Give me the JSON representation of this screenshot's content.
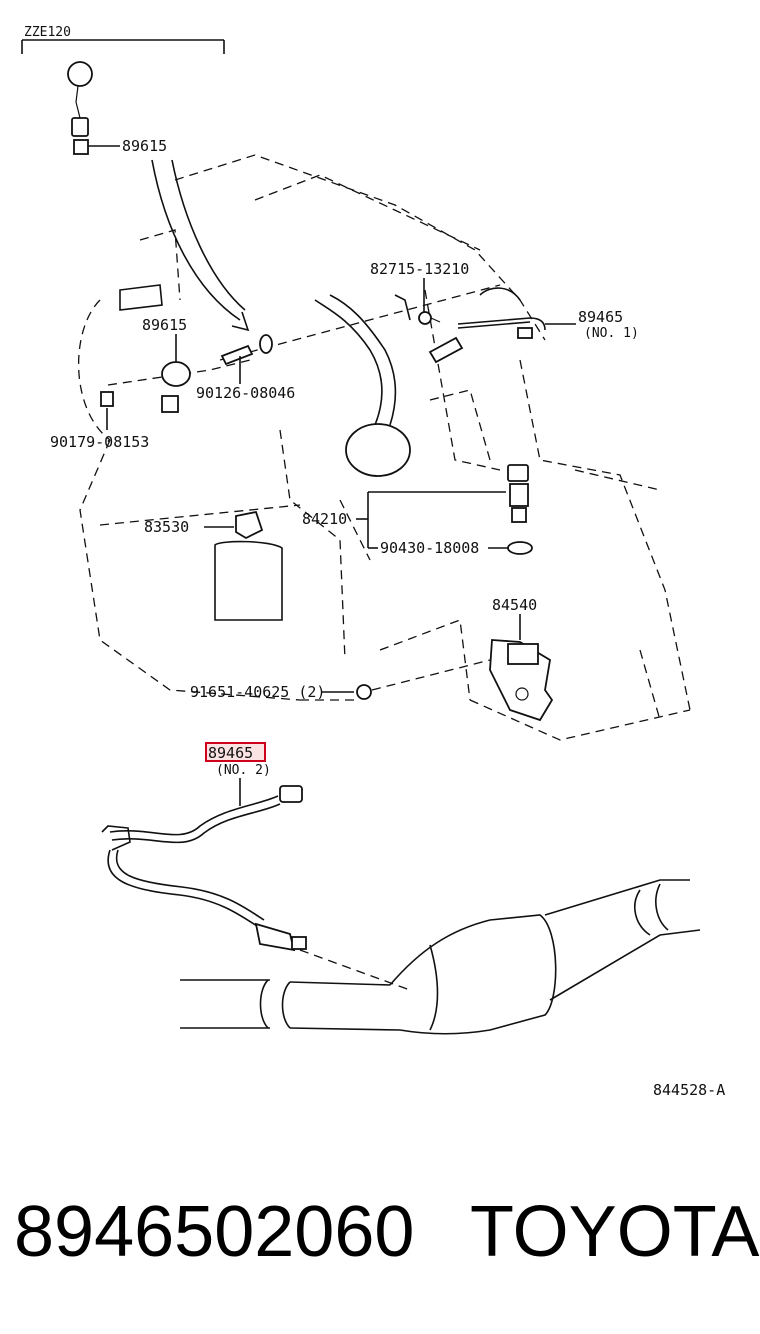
{
  "diagram": {
    "model_code": "ZZE120",
    "figure_code": "844528-A",
    "labels": {
      "knock_sensor_top": "89615",
      "knock_sensor_mid": "89615",
      "bolt_90126": "90126-08046",
      "bolt_90179": "90179-08153",
      "relay_82715": "82715-13210",
      "o2_sensor_no1": "89465",
      "o2_sensor_no1_note": "(NO. 1)",
      "oil_switch_83530": "83530",
      "temp_sensor_84210": "84210",
      "gasket_90430": "90430-18008",
      "neutral_switch_84540": "84540",
      "nut_91651": "91651-40625 (2)",
      "o2_sensor_no2": "89465",
      "o2_sensor_no2_note": "(NO. 2)"
    },
    "highlight_color": "#d0021b"
  },
  "footer": {
    "part_number": "8946502060",
    "brand": "TOYOTA"
  }
}
